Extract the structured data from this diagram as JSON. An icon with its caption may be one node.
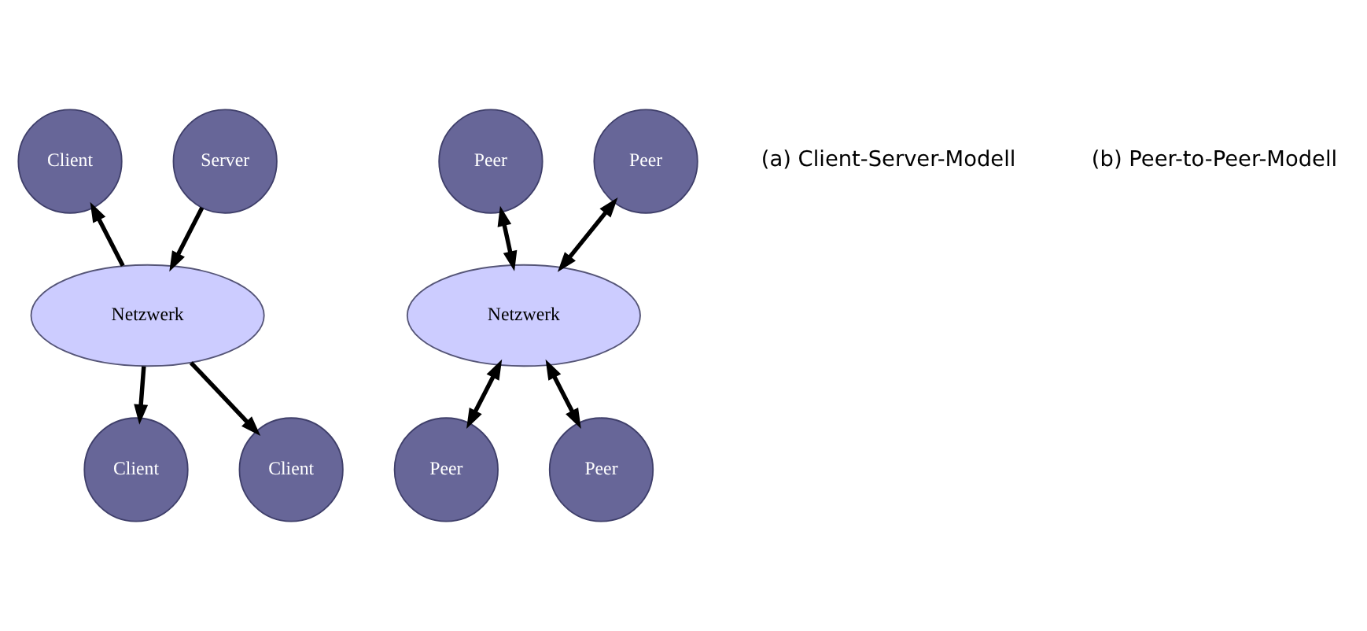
{
  "diagram": {
    "nodes": [
      {
        "text": [
          "Client"
        ]
      },
      {
        "text": [
          "Server"
        ]
      },
      {
        "text": [
          "Netzwerk"
        ]
      },
      {
        "text": [
          "Client"
        ]
      },
      {
        "text": [
          "Client"
        ]
      },
      {
        "text": [
          "Peer"
        ]
      },
      {
        "text": [
          "Peer"
        ]
      },
      {
        "text": [
          "Netzwerk"
        ]
      },
      {
        "text": [
          "Peer"
        ]
      },
      {
        "text": [
          "Peer"
        ]
      }
    ],
    "edges": [
      {
        "from": 2,
        "to": 0,
        "arrow": "to"
      },
      {
        "from": 1,
        "to": 2,
        "arrow": "to"
      },
      {
        "from": 2,
        "to": 3,
        "arrow": "to"
      },
      {
        "from": 2,
        "to": 4,
        "arrow": "to"
      },
      {
        "from": 5,
        "to": 7,
        "arrow": "both"
      },
      {
        "from": 6,
        "to": 7,
        "arrow": "both"
      },
      {
        "from": 8,
        "to": 7,
        "arrow": "both"
      },
      {
        "from": 9,
        "to": 7,
        "arrow": "both"
      }
    ],
    "labels": [
      "(a) Client-Server-Modell",
      "(b) Peer-to-Peer-Modell"
    ]
  }
}
